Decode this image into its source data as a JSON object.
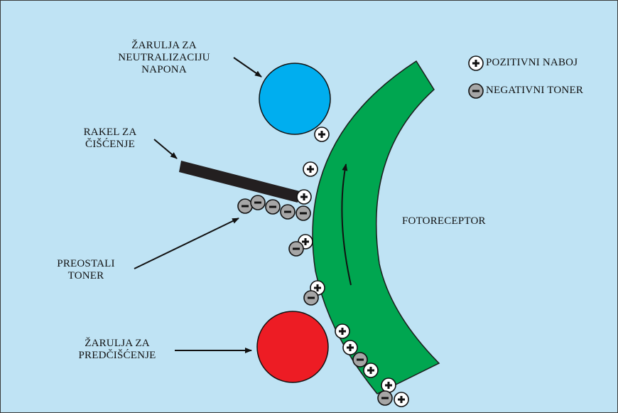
{
  "labels": {
    "neutral_lamp": [
      "ŽARULJA ZA",
      "NEUTRALIZACIJU",
      "NAPONA"
    ],
    "cleaning_blade": [
      "RAKEL ZA",
      "ČIŠĆENJE"
    ],
    "residual_toner": [
      "PREOSTALI",
      "TONER"
    ],
    "preclean_lamp": [
      "ŽARULJA ZA",
      "PREDČIŠĆENJE"
    ],
    "photoreceptor": "FOTORECEPTOR"
  },
  "legend": {
    "positive": "POZITIVNI  NABOJ",
    "negative": "NEGATIVNI TONER"
  },
  "colors": {
    "background": "#bfe3f4",
    "photoreceptor": "#00a650",
    "neutral_lamp": "#00aeef",
    "preclean_lamp": "#ed1c24",
    "blade": "#231f20",
    "negative_toner": "#a6a6a6",
    "positive_charge": "#ffffff"
  },
  "icons": {
    "positive": "plus-in-circle",
    "negative": "minus-in-circle"
  }
}
